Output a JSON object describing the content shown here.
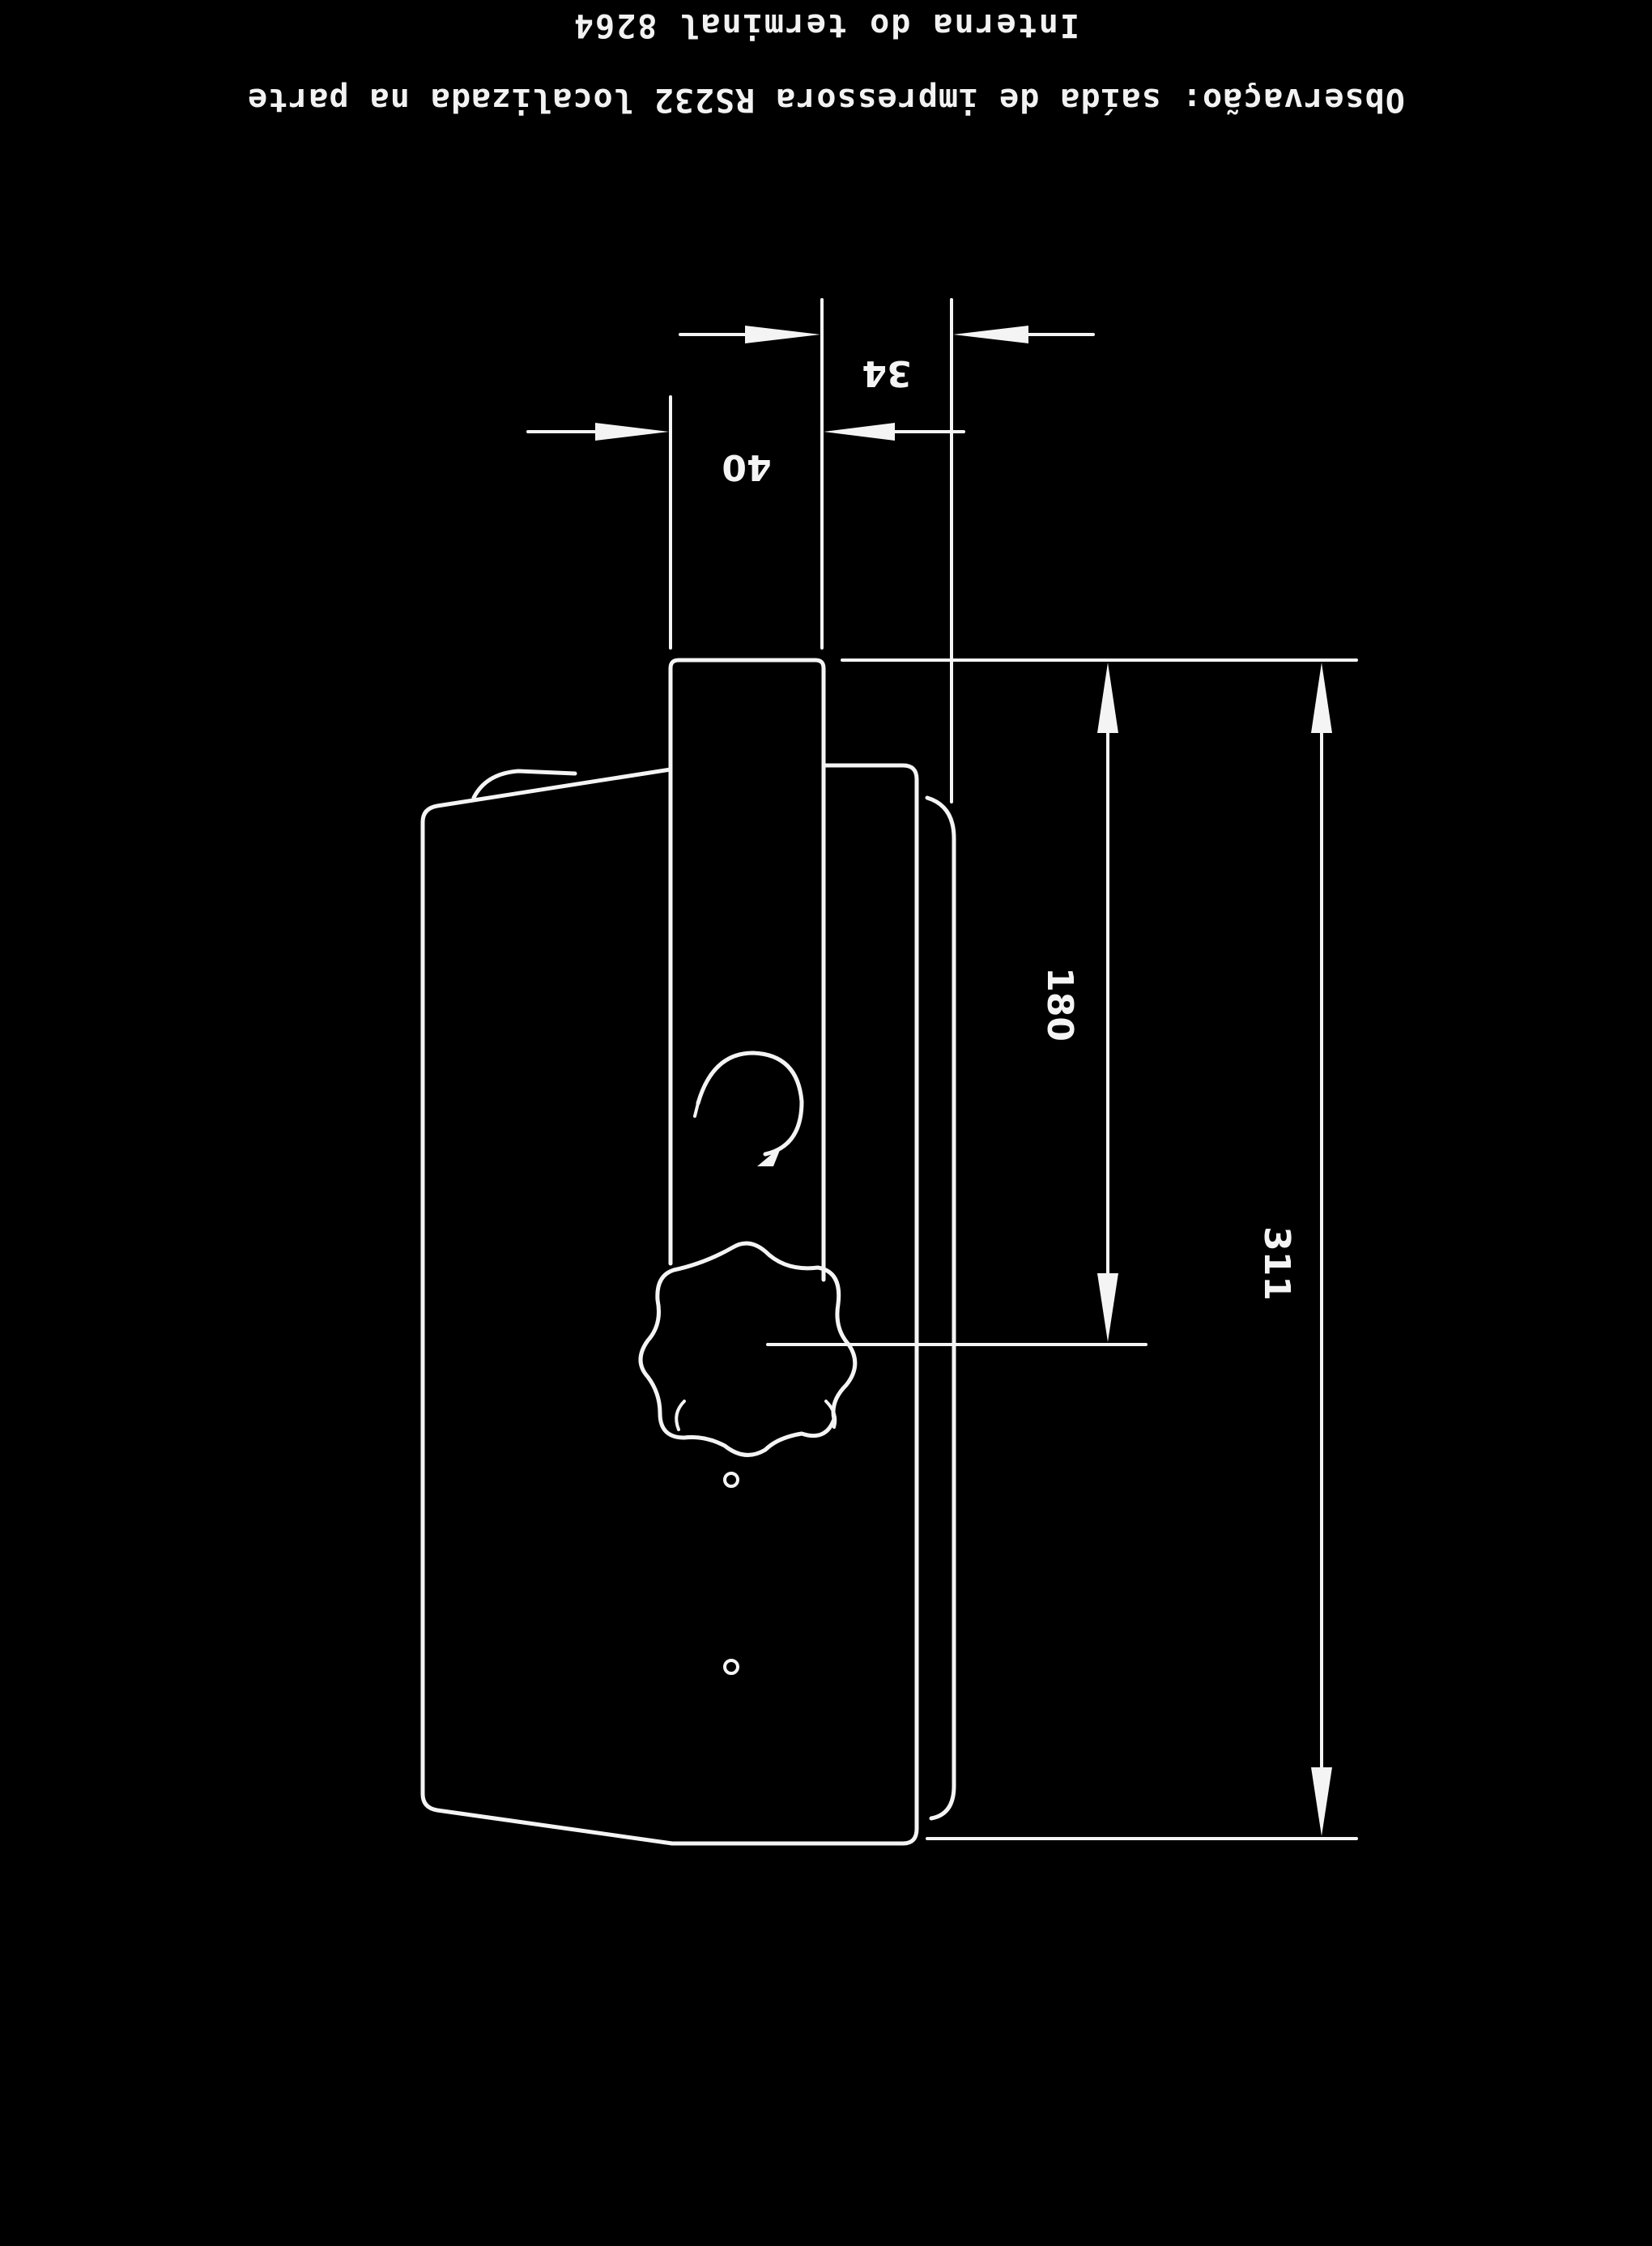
{
  "header": {
    "line1": "Interna do terminal 8264",
    "line2": "Observação: saída de impressora RS232 localizada na parte"
  },
  "dimensions": {
    "top_width": "34",
    "mid_width": "40",
    "slot_height": "180",
    "total_height": "311"
  },
  "colors": {
    "background": "#000000",
    "line": "#f4f4f4"
  }
}
